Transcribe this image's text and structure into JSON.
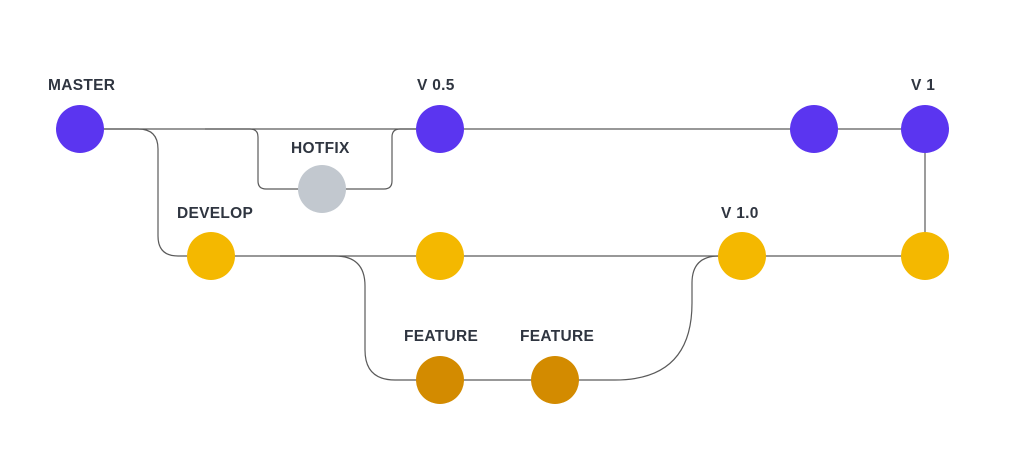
{
  "labels": {
    "master": "MASTER",
    "hotfix": "HOTFIX",
    "v05": "V 0.5",
    "v1": "V 1",
    "develop": "DEVELOP",
    "v10": "V 1.0",
    "feature_1": "FEATURE",
    "feature_2": "FEATURE"
  },
  "colors": {
    "master": "#5b35f0",
    "hotfix": "#c2c8cf",
    "develop": "#f4b800",
    "feature": "#d38b00",
    "line": "#5a5a5a",
    "text": "#2f3540"
  }
}
